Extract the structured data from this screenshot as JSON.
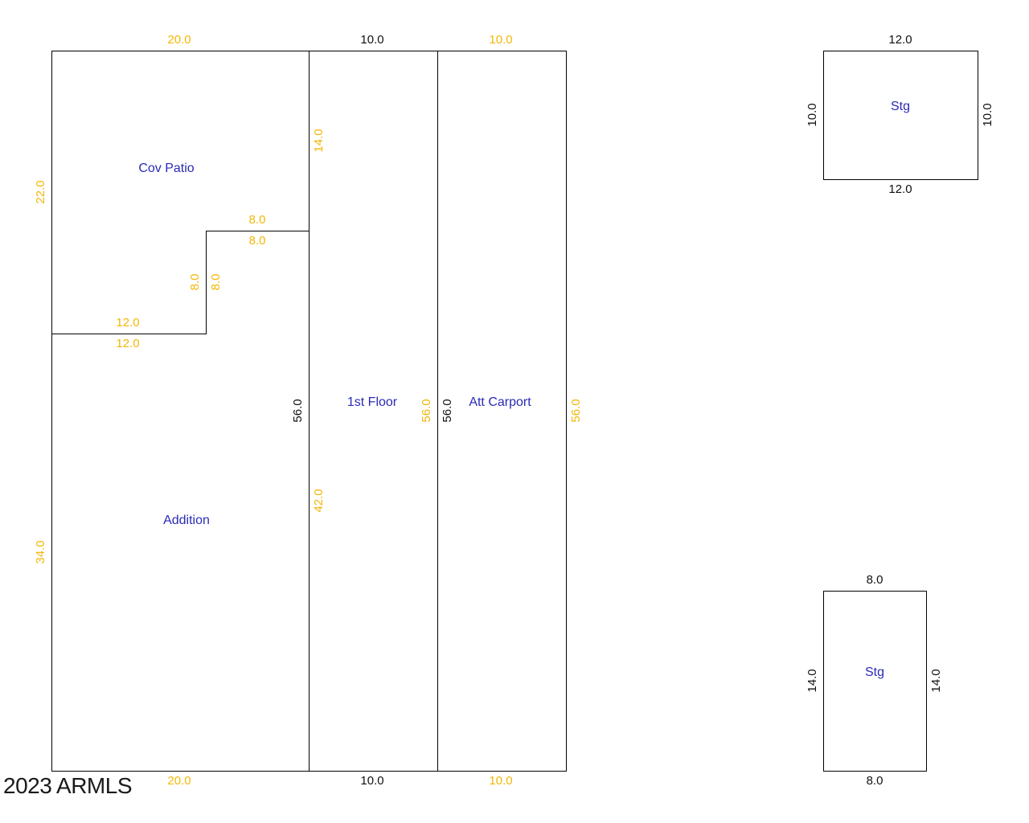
{
  "colors": {
    "dimension_primary": "#f2b705",
    "dimension_secondary": "#111111",
    "room_label": "#2a2ab8",
    "wall": "#000000"
  },
  "rooms": {
    "cov_patio": "Cov Patio",
    "addition": "Addition",
    "first_floor": "1st Floor",
    "att_carport": "Att Carport",
    "stg_top": "Stg",
    "stg_bottom": "Stg"
  },
  "dimensions": {
    "patio_top": "20.0",
    "patio_left": "22.0",
    "patio_right": "14.0",
    "patio_step_top": "8.0",
    "patio_step_left": "8.0",
    "patio_low_top": "12.0",
    "addition_top": "12.0",
    "addition_step_right": "8.0",
    "addition_step_top": "8.0",
    "addition_left": "34.0",
    "addition_right_lower": "42.0",
    "addition_bottom": "20.0",
    "addition_right_full": "56.0",
    "floor_top": "10.0",
    "floor_bottom": "10.0",
    "floor_right": "56.0",
    "carport_top": "10.0",
    "carport_bottom": "10.0",
    "carport_left": "56.0",
    "carport_right": "56.0",
    "stg1_top": "12.0",
    "stg1_bottom": "12.0",
    "stg1_left": "10.0",
    "stg1_right": "10.0",
    "stg2_top": "8.0",
    "stg2_bottom": "8.0",
    "stg2_left": "14.0",
    "stg2_right": "14.0"
  },
  "footer": {
    "copyright": "2023 ARMLS"
  }
}
